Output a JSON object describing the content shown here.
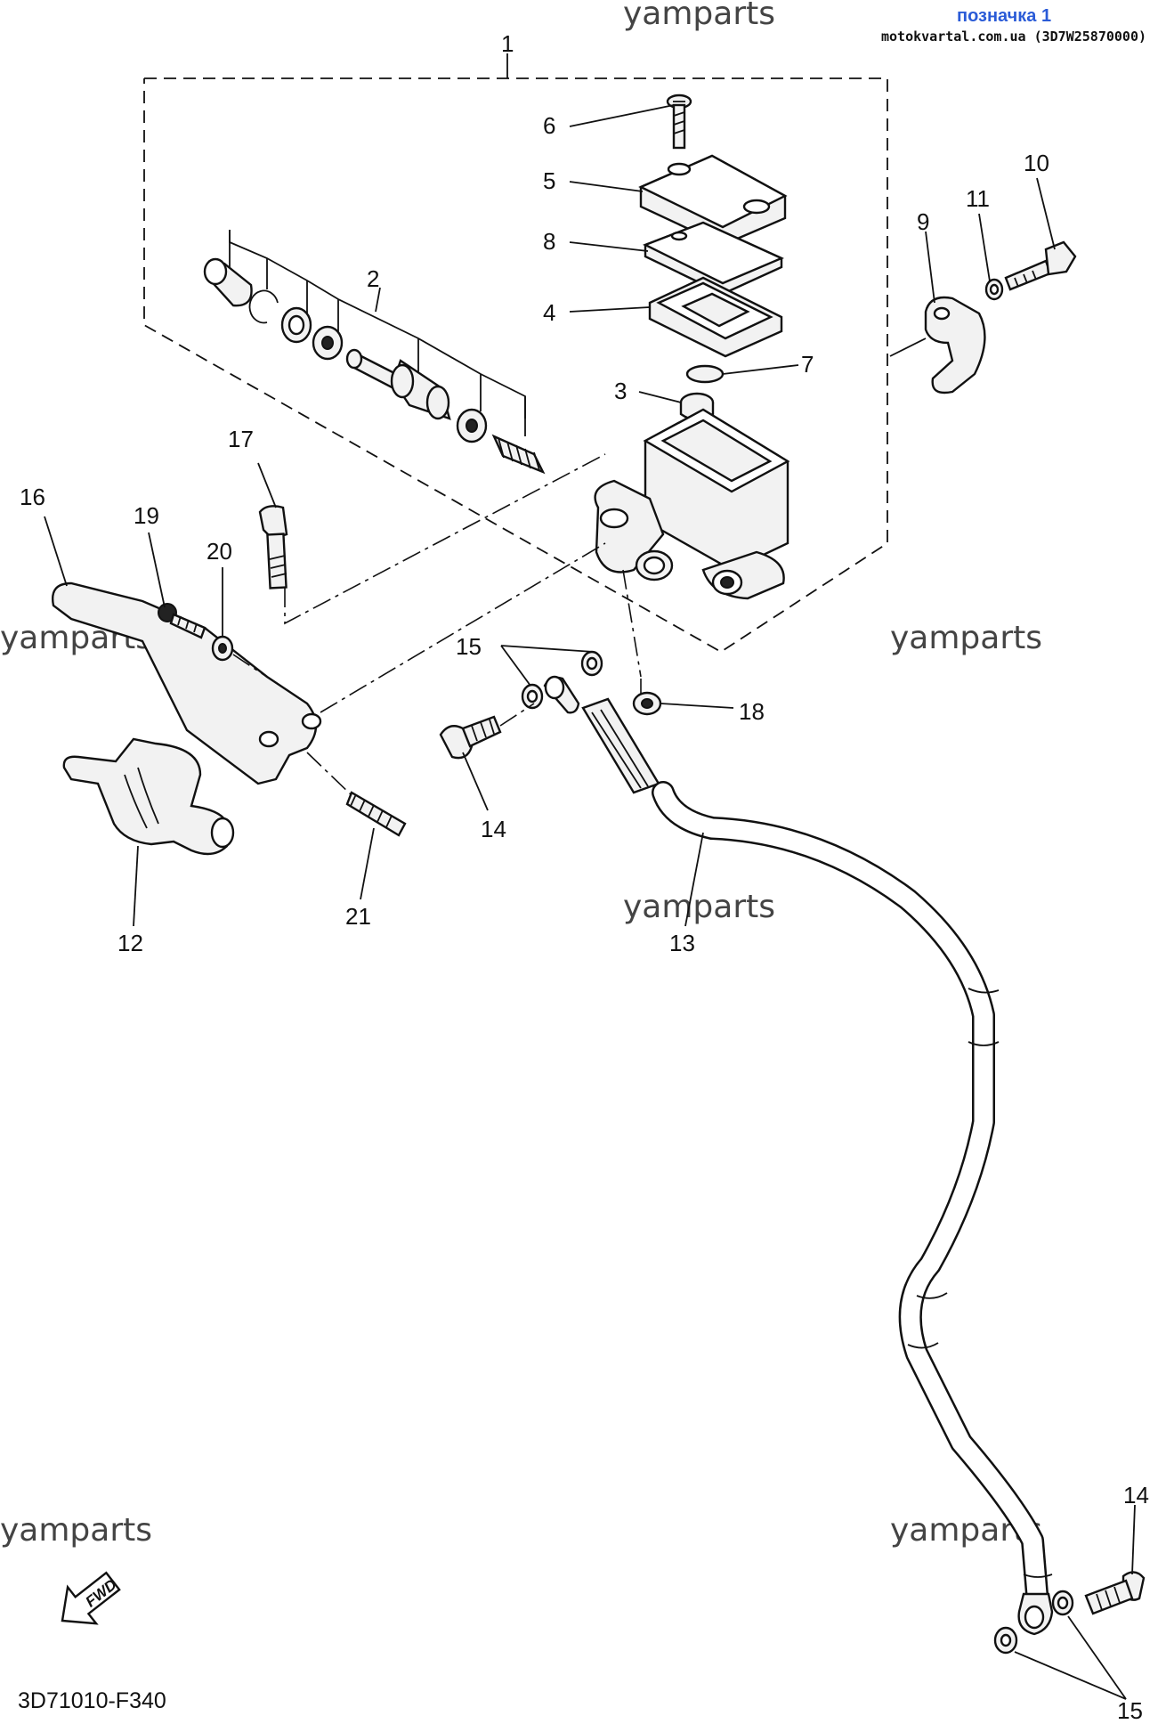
{
  "header": {
    "mark_label": "позначка 1",
    "source_label": "motokvartal.com.ua (3D7W25870000)"
  },
  "watermark": "yamparts",
  "footer": {
    "diagram_code": "3D71010-F340",
    "fwd_label": "FWD"
  },
  "callouts": {
    "c1": "1",
    "c2": "2",
    "c3": "3",
    "c4": "4",
    "c5": "5",
    "c6": "6",
    "c7": "7",
    "c8": "8",
    "c9": "9",
    "c10": "10",
    "c11": "11",
    "c12": "12",
    "c13": "13",
    "c14a": "14",
    "c14b": "14",
    "c15a": "15",
    "c15b": "15",
    "c16": "16",
    "c17": "17",
    "c18": "18",
    "c19": "19",
    "c20": "20",
    "c21": "21"
  },
  "colors": {
    "mark": "#2a5bd7",
    "ink": "#111111",
    "watermark": "#444444"
  }
}
